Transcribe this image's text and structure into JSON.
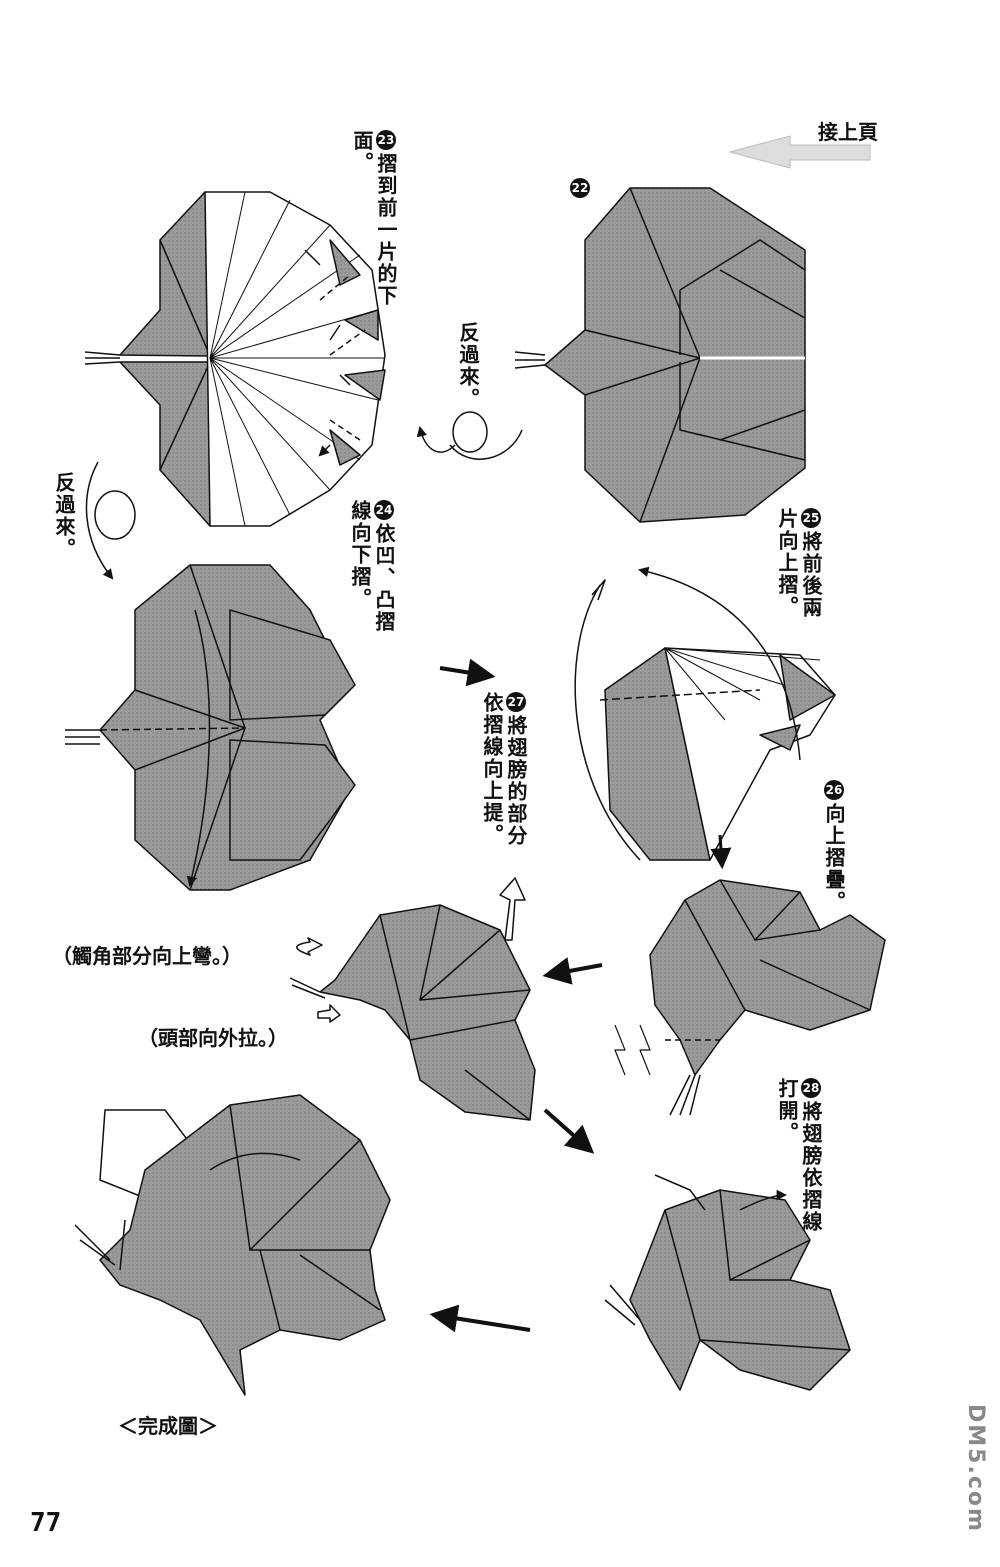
{
  "header": {
    "continue_label": "接上頁"
  },
  "steps": [
    {
      "num": "22",
      "text": ""
    },
    {
      "num": "23",
      "text": "摺到前一片的下面。"
    },
    {
      "num": "24",
      "text": "依凹、凸摺線向下摺。"
    },
    {
      "num": "25",
      "text": "將前後兩片向上摺。"
    },
    {
      "num": "26",
      "text": "向上摺疊。"
    },
    {
      "num": "27",
      "text": "將翅膀的部分依摺線向上提。"
    },
    {
      "num": "28",
      "text": "將翅膀依摺線打開。"
    }
  ],
  "notes": {
    "turn_over_1": "反過來。",
    "turn_over_2": "反過來。",
    "antenna": "（觸角部分向上彎。）",
    "head": "（頭部向外拉。）",
    "completed": "＜完成圖＞"
  },
  "page_number": "77",
  "watermark": "DM5.com"
}
